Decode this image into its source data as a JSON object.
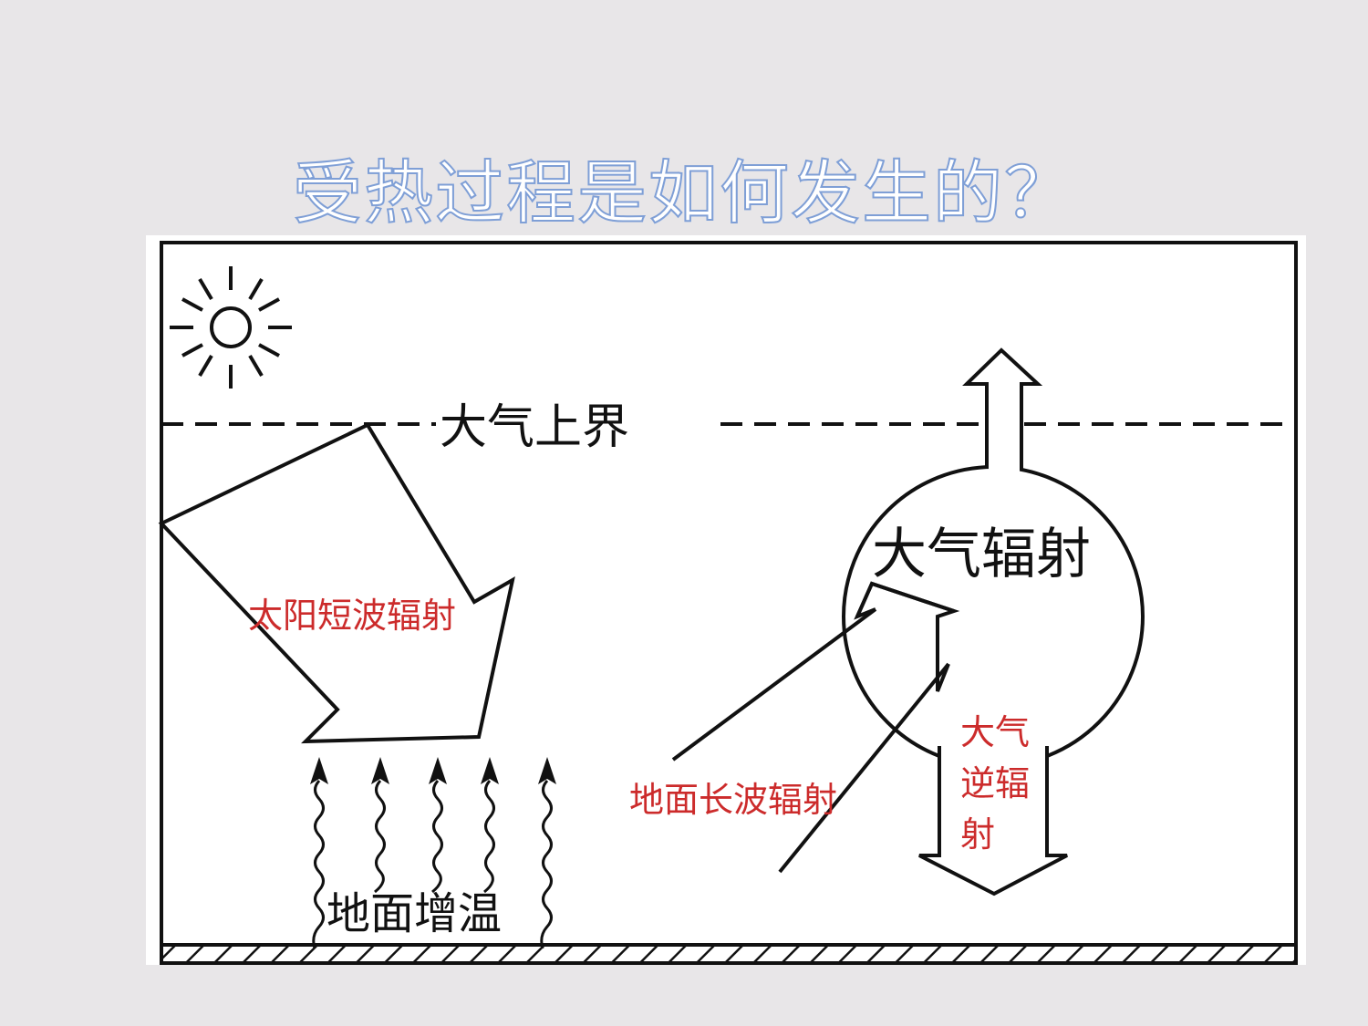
{
  "slide": {
    "title": "受热过程是如何发生的？"
  },
  "diagram": {
    "labels": {
      "atmosphere_top": "大气上界",
      "atmospheric_radiation": "大气辐射",
      "solar_shortwave": "太阳短波辐射",
      "ground_warming": "地面增温",
      "ground_longwave": "地面长波辐射",
      "counter_radiation_line1": "大气",
      "counter_radiation_line2": "逆辐",
      "counter_radiation_line3": "射"
    },
    "colors": {
      "line": "#111111",
      "red_label": "#cc2b2b",
      "black_label": "#111111",
      "title_outline": "#7f9fd6"
    },
    "icons": [
      "sun-icon",
      "hatched-ground",
      "wavy-heat-arrows"
    ]
  }
}
